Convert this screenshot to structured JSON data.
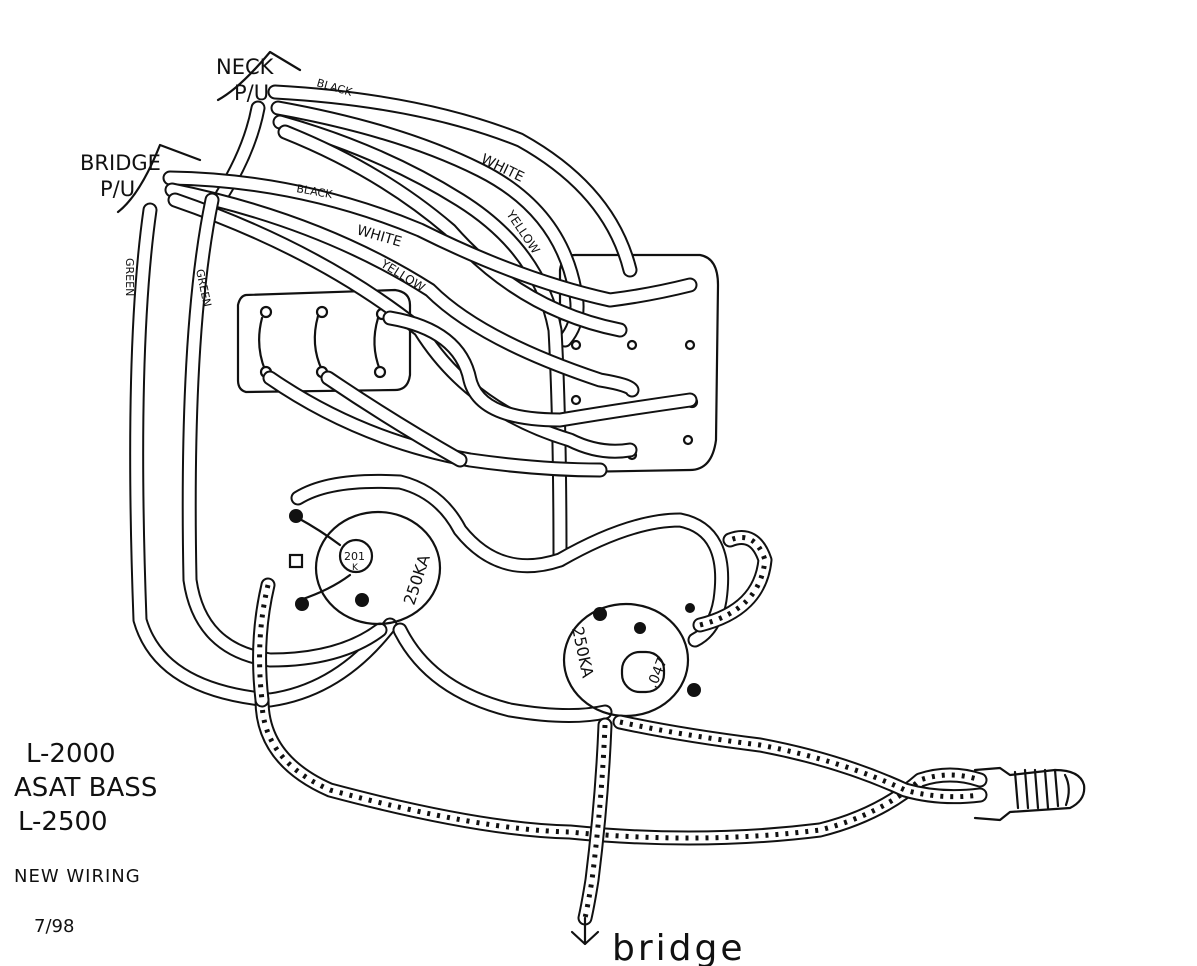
{
  "labels": {
    "neck_pickup_line1": "NECK",
    "neck_pickup_line2": "P/U",
    "bridge_pickup_line1": "BRIDGE",
    "bridge_pickup_line2": "P/U",
    "bridge_ground": "bridge"
  },
  "wire_labels": {
    "neck_black": "BLACK",
    "neck_white": "WHITE",
    "neck_yellow": "YELLOW",
    "bridge_black": "BLACK",
    "bridge_white": "WHITE",
    "bridge_yellow": "YELLOW",
    "green_outer": "GREEN",
    "green_inner": "GREEN"
  },
  "components": {
    "pot_left_value": "250KA",
    "pot_right_value": "250KA",
    "left_pot_cap": "201",
    "left_pot_cap_sub": "K",
    "right_pot_cap": ".047"
  },
  "title_block": {
    "line1": "L-2000",
    "line2": "ASAT BASS",
    "line3": "L-2500",
    "line4": "NEW WIRING",
    "date": "7/98"
  }
}
